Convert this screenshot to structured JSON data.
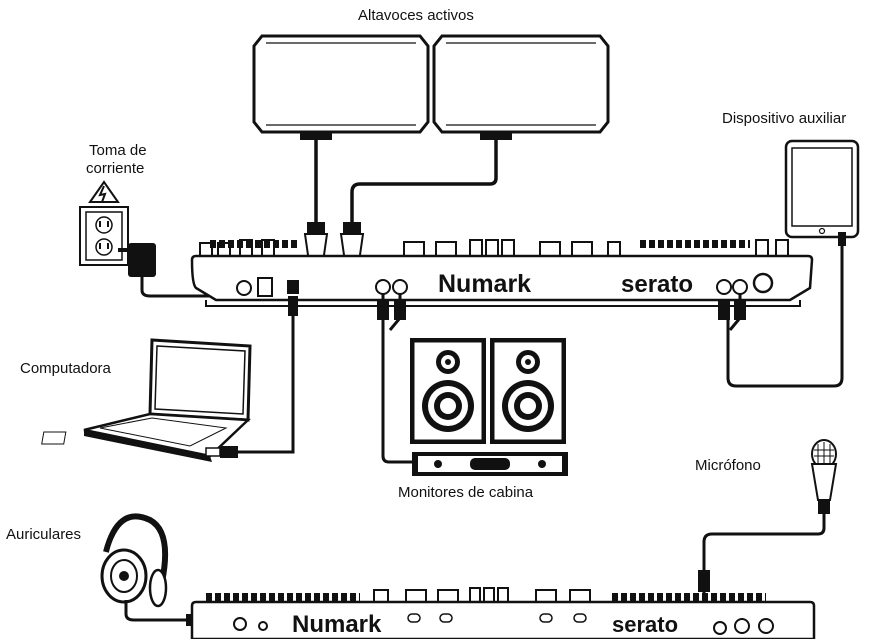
{
  "labels": {
    "speakers": "Altavoces activos",
    "power_outlet_line1": "Toma de",
    "power_outlet_line2": "corriente",
    "aux_device": "Dispositivo auxiliar",
    "computer": "Computadora",
    "booth_monitors": "Monitores de cabina",
    "microphone": "Micrófono",
    "headphones": "Auriculares"
  },
  "brands": {
    "controller": "Numark",
    "software": "serato"
  }
}
